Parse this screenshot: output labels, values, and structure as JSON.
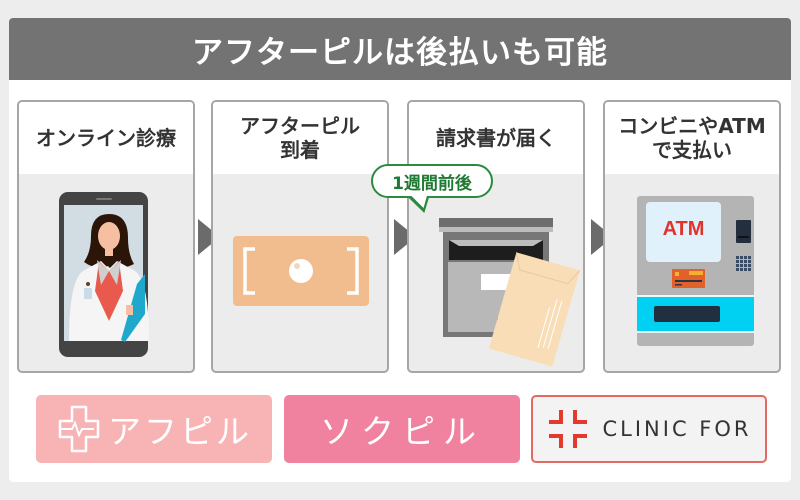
{
  "title": "アフターピルは後払いも可能",
  "steps": [
    {
      "label": "オンライン診療",
      "icon": "smartphone-doctor-icon"
    },
    {
      "label": "アフターピル\n到着",
      "line1": "アフターピル",
      "line2": "到着",
      "icon": "pill-package-icon"
    },
    {
      "label": "請求書が届く",
      "icon": "mailbox-envelope-icon"
    },
    {
      "label": "コンビニやATM\nで支払い",
      "line1": "コンビニやATM",
      "line2": "で支払い",
      "icon": "atm-icon",
      "screen_text": "ATM"
    }
  ],
  "timing_bubble": "1週間前後",
  "brands": [
    {
      "label": "アフピル",
      "color": "#f8b3b5"
    },
    {
      "label": "ソクピル",
      "color": "#f0819f"
    },
    {
      "label": "CLINIC FOR",
      "color": "#f3f3f3",
      "accent": "#e23a2e"
    }
  ],
  "colors": {
    "title_bar": "#737373",
    "bubble_green": "#2a8a3e",
    "arrow": "#6b6b6b"
  }
}
